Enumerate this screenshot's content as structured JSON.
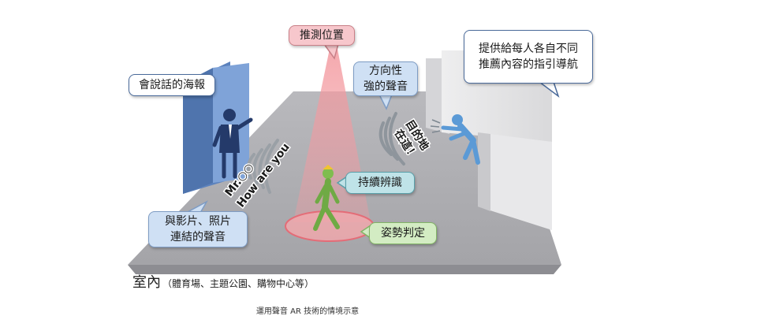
{
  "callouts": {
    "estimate_position": "推測位置",
    "talking_poster": "會說話的海報",
    "directional_sound": "方向性\n強的聲音",
    "personal_guidance": "提供給每人各自不同\n推薦內容的指引導航",
    "continuous_recognition": "持續辨識",
    "media_linked_sound": "與影片、照片\n連結的聲音",
    "posture_judgment": "姿勢判定"
  },
  "sound_text": {
    "poster_line1": "Mr.○○",
    "poster_line2": "How are you",
    "directional_line1": "目的地",
    "directional_line2": "在這！"
  },
  "floor": {
    "label": "室內",
    "sublabel": "（體育場、主題公園、購物中心等）"
  },
  "caption": "運用聲音 AR 技術的情境示意",
  "colors": {
    "floor": "#a9a9ad",
    "wall": "#e4e4e6",
    "poster": "#6f95cc",
    "beam": "#f4a3a8",
    "target_ring": "#f0828c",
    "person_green": "#7fbd4f",
    "person_blue": "#5b9ad6",
    "speaker_navy": "#243a6a"
  }
}
